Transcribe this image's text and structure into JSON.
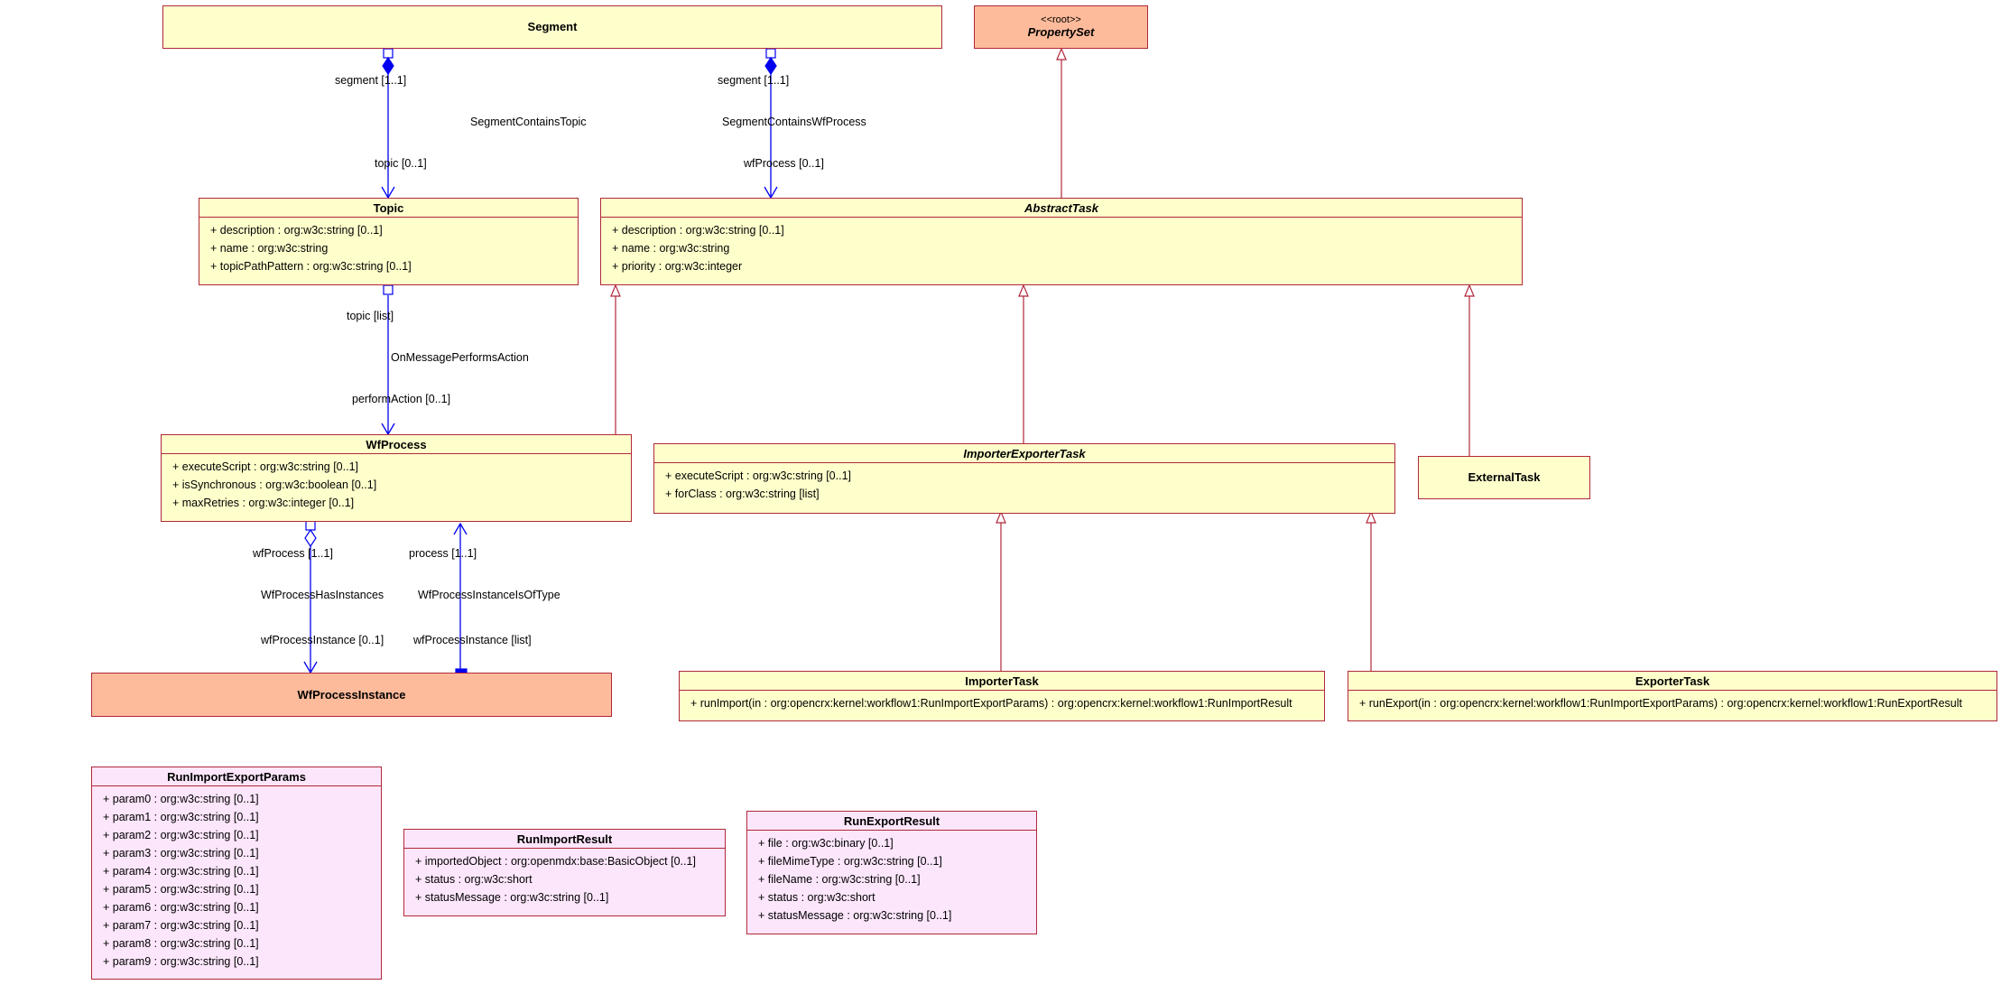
{
  "classes": {
    "segment": {
      "name": "Segment",
      "attrs": []
    },
    "property_set": {
      "stereotype": "<<root>>",
      "name": "PropertySet",
      "attrs": []
    },
    "topic": {
      "name": "Topic",
      "attrs": [
        "+ description : org:w3c:string [0..1]",
        "+ name : org:w3c:string",
        "+ topicPathPattern : org:w3c:string [0..1]"
      ]
    },
    "abstract_task": {
      "name": "AbstractTask",
      "attrs": [
        "+ description : org:w3c:string [0..1]",
        "+ name : org:w3c:string",
        "+ priority : org:w3c:integer"
      ]
    },
    "wf_process": {
      "name": "WfProcess",
      "attrs": [
        "+ executeScript : org:w3c:string [0..1]",
        "+ isSynchronous : org:w3c:boolean [0..1]",
        "+ maxRetries : org:w3c:integer [0..1]"
      ]
    },
    "importer_exporter_task": {
      "name": "ImporterExporterTask",
      "attrs": [
        "+ executeScript : org:w3c:string [0..1]",
        "+ forClass : org:w3c:string [list]"
      ]
    },
    "external_task": {
      "name": "ExternalTask",
      "attrs": []
    },
    "wf_process_instance": {
      "name": "WfProcessInstance",
      "attrs": []
    },
    "importer_task": {
      "name": "ImporterTask",
      "attrs": [
        "+ runImport(in : org:opencrx:kernel:workflow1:RunImportExportParams) : org:opencrx:kernel:workflow1:RunImportResult"
      ]
    },
    "exporter_task": {
      "name": "ExporterTask",
      "attrs": [
        "+ runExport(in : org:opencrx:kernel:workflow1:RunImportExportParams) : org:opencrx:kernel:workflow1:RunExportResult"
      ]
    },
    "run_import_export_params": {
      "name": "RunImportExportParams",
      "attrs": [
        "+ param0 : org:w3c:string [0..1]",
        "+ param1 : org:w3c:string [0..1]",
        "+ param2 : org:w3c:string [0..1]",
        "+ param3 : org:w3c:string [0..1]",
        "+ param4 : org:w3c:string [0..1]",
        "+ param5 : org:w3c:string [0..1]",
        "+ param6 : org:w3c:string [0..1]",
        "+ param7 : org:w3c:string [0..1]",
        "+ param8 : org:w3c:string [0..1]",
        "+ param9 : org:w3c:string [0..1]"
      ]
    },
    "run_import_result": {
      "name": "RunImportResult",
      "attrs": [
        "+ importedObject : org:openmdx:base:BasicObject [0..1]",
        "+ status : org:w3c:short",
        "+ statusMessage : org:w3c:string [0..1]"
      ]
    },
    "run_export_result": {
      "name": "RunExportResult",
      "attrs": [
        "+ file : org:w3c:binary [0..1]",
        "+ fileMimeType : org:w3c:string [0..1]",
        "+ fileName : org:w3c:string [0..1]",
        "+ status : org:w3c:short",
        "+ statusMessage : org:w3c:string [0..1]"
      ]
    }
  },
  "associations": {
    "segment_topic": {
      "name": "SegmentContainsTopic",
      "source_role": "segment [1..1]",
      "target_role": "topic [0..1]"
    },
    "segment_wfprocess": {
      "name": "SegmentContainsWfProcess",
      "source_role": "segment [1..1]",
      "target_role": "wfProcess [0..1]"
    },
    "message_action": {
      "name": "OnMessagePerformsAction",
      "source_role": "topic [list]",
      "target_role": "performAction [0..1]"
    },
    "process_instances": {
      "name": "WfProcessHasInstances",
      "source_role": "wfProcess [1..1]",
      "target_role": "wfProcessInstance [0..1]"
    },
    "instance_of": {
      "name": "WfProcessInstanceIsOfType",
      "source_role": "process [1..1]",
      "target_role": "wfProcessInstance [list]"
    }
  },
  "colors": {
    "class_fill": "#ffffcc",
    "root_fill": "#fdbb9b",
    "struct_fill": "#fce6fb",
    "border": "#b0283a",
    "association": "#0000ee",
    "generalization": "#b0283a"
  }
}
